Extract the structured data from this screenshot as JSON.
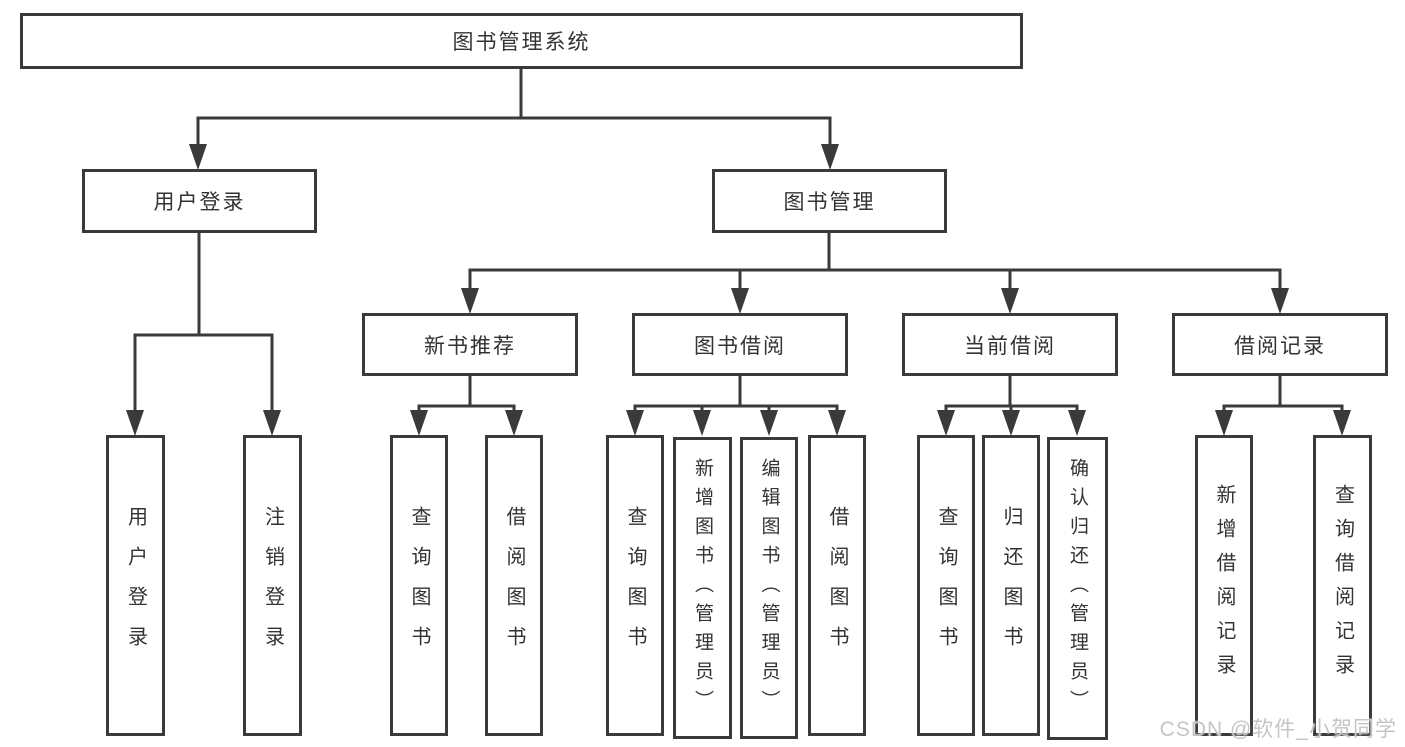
{
  "colors": {
    "background": "#ffffff",
    "line": "#3a3a3a",
    "text": "#333333",
    "watermark": "#c5c5c5"
  },
  "watermark": {
    "text": "CSDN @软件_小贺同学"
  },
  "tree": {
    "label": "图书管理系统",
    "children": [
      {
        "label": "用户登录",
        "children": [
          {
            "label": "用户登录"
          },
          {
            "label": "注销登录"
          }
        ]
      },
      {
        "label": "图书管理",
        "children": [
          {
            "label": "新书推荐",
            "children": [
              {
                "label": "查询图书"
              },
              {
                "label": "借阅图书"
              }
            ]
          },
          {
            "label": "图书借阅",
            "children": [
              {
                "label": "查询图书"
              },
              {
                "label": "新增图书（管理员）"
              },
              {
                "label": "编辑图书（管理员）"
              },
              {
                "label": "借阅图书"
              }
            ]
          },
          {
            "label": "当前借阅",
            "children": [
              {
                "label": "查询图书"
              },
              {
                "label": "归还图书"
              },
              {
                "label": "确认归还（管理员）"
              }
            ]
          },
          {
            "label": "借阅记录",
            "children": [
              {
                "label": "新增借阅记录"
              },
              {
                "label": "查询借阅记录"
              }
            ]
          }
        ]
      }
    ]
  }
}
